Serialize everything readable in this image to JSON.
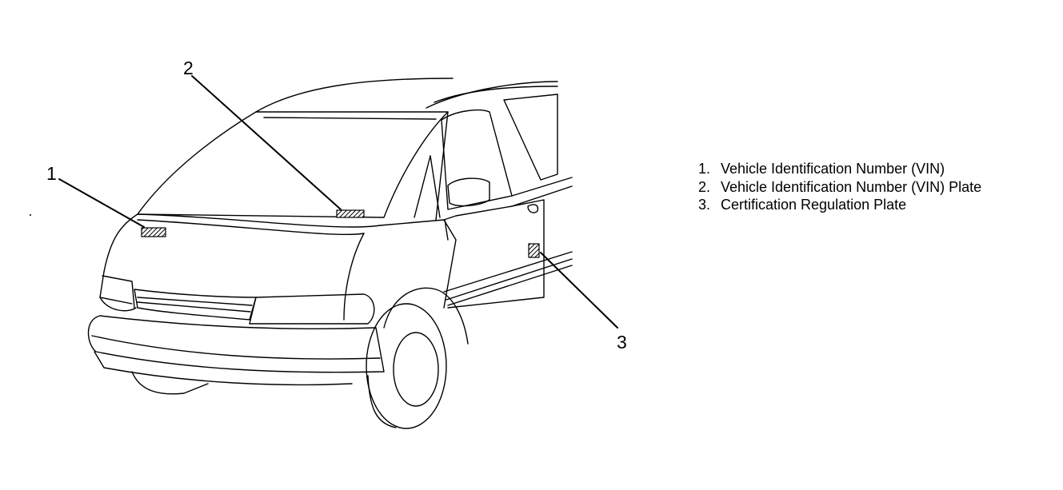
{
  "callouts": [
    {
      "number": "1"
    },
    {
      "number": "2"
    },
    {
      "number": "3"
    }
  ],
  "legend": [
    {
      "number": "1.",
      "text": "Vehicle Identification Number (VIN)"
    },
    {
      "number": "2.",
      "text": "Vehicle Identification Number (VIN) Plate"
    },
    {
      "number": "3.",
      "text": "Certification Regulation Plate"
    }
  ],
  "colors": {
    "line": "#000000",
    "background": "#ffffff"
  }
}
